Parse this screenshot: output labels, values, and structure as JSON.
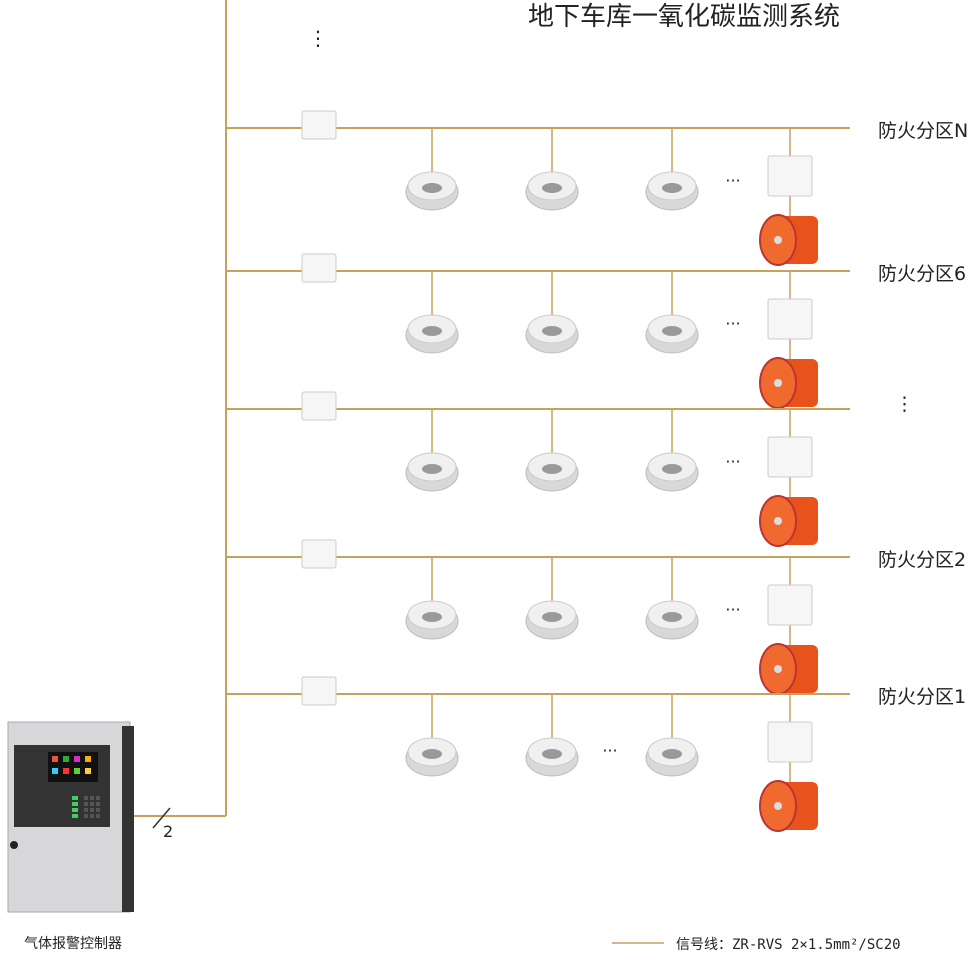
{
  "title": "地下车库一氧化碳监测系统",
  "controller": {
    "label": "气体报警控制器",
    "bus_count": "2"
  },
  "legend": {
    "text": "信号线：ZR-RVS 2×1.5mm²/SC20",
    "line_color": "#c9a15f"
  },
  "colors": {
    "wire": "#c9a15f",
    "fan": "#e8531c",
    "detector": "#e4e4e4"
  },
  "zones": [
    {
      "label": "防火分区N",
      "detectors": 3,
      "ellipsis_after": 3
    },
    {
      "label": "防火分区6",
      "detectors": 3,
      "ellipsis_after": 3
    },
    {
      "label": "⋮",
      "detectors": 3,
      "ellipsis_after": 3
    },
    {
      "label": "防火分区2",
      "detectors": 3,
      "ellipsis_after": 3
    },
    {
      "label": "防火分区1",
      "detectors": 3,
      "ellipsis_after": 2
    }
  ],
  "more_zones_marker": "⋮",
  "ellipsis": "···"
}
